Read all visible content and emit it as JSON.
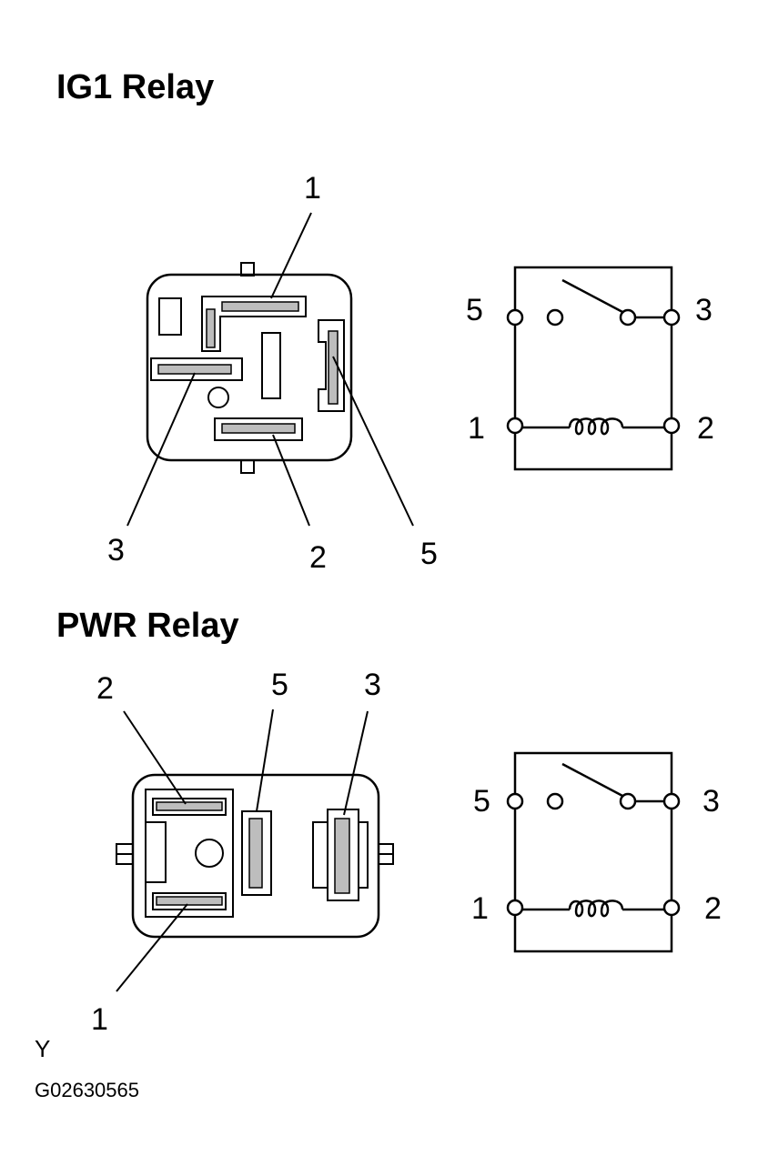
{
  "ig1": {
    "title": "IG1 Relay",
    "connector_labels": {
      "p1": "1",
      "p3": "3",
      "p2": "2",
      "p5": "5"
    },
    "schematic_labels": {
      "p5": "5",
      "p3": "3",
      "p1": "1",
      "p2": "2"
    }
  },
  "pwr": {
    "title": "PWR Relay",
    "connector_labels": {
      "p2": "2",
      "p5": "5",
      "p3": "3",
      "p1": "1"
    },
    "schematic_labels": {
      "p5": "5",
      "p3": "3",
      "p1": "1",
      "p2": "2"
    }
  },
  "footer": {
    "code_letter": "Y",
    "figure_id": "G02630565"
  }
}
